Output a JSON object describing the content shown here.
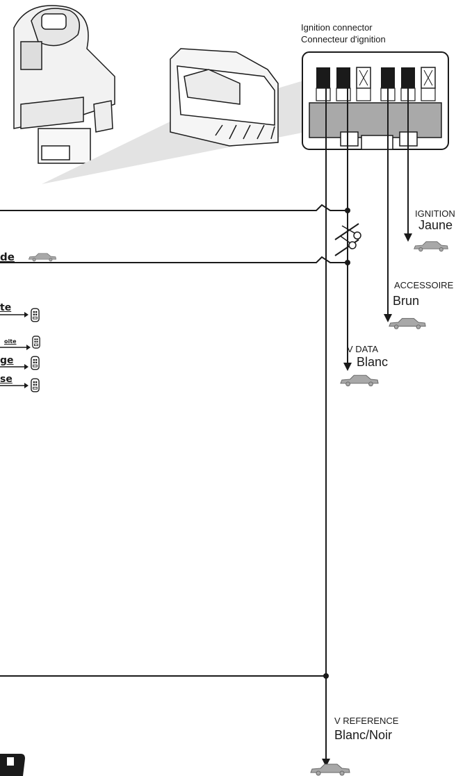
{
  "connector": {
    "title_en": "Ignition connector",
    "title_fr": "Connecteur d'ignition"
  },
  "wires": {
    "ignition": {
      "label": "IGNITION",
      "color": "Jaune"
    },
    "accessory": {
      "label": "ACCESSOIRE",
      "color": "Brun"
    },
    "vdata": {
      "label": "V DATA",
      "color": "Blanc"
    },
    "vreference": {
      "label": "V REFERENCE",
      "color": "Blanc/Noir"
    }
  },
  "cropped_left_text": {
    "line2_tail": "de",
    "remote_1": "te",
    "remote_2": "oite",
    "remote_3": "ge",
    "remote_4": "se"
  },
  "icons": [
    "car-icon",
    "remote-fob-icon",
    "scissors-icon"
  ],
  "colors": {
    "line": "#1a1a1a",
    "car": "#a8a8a8",
    "beam": "#e3e3e3",
    "connector_band": "#a9a9a9"
  }
}
